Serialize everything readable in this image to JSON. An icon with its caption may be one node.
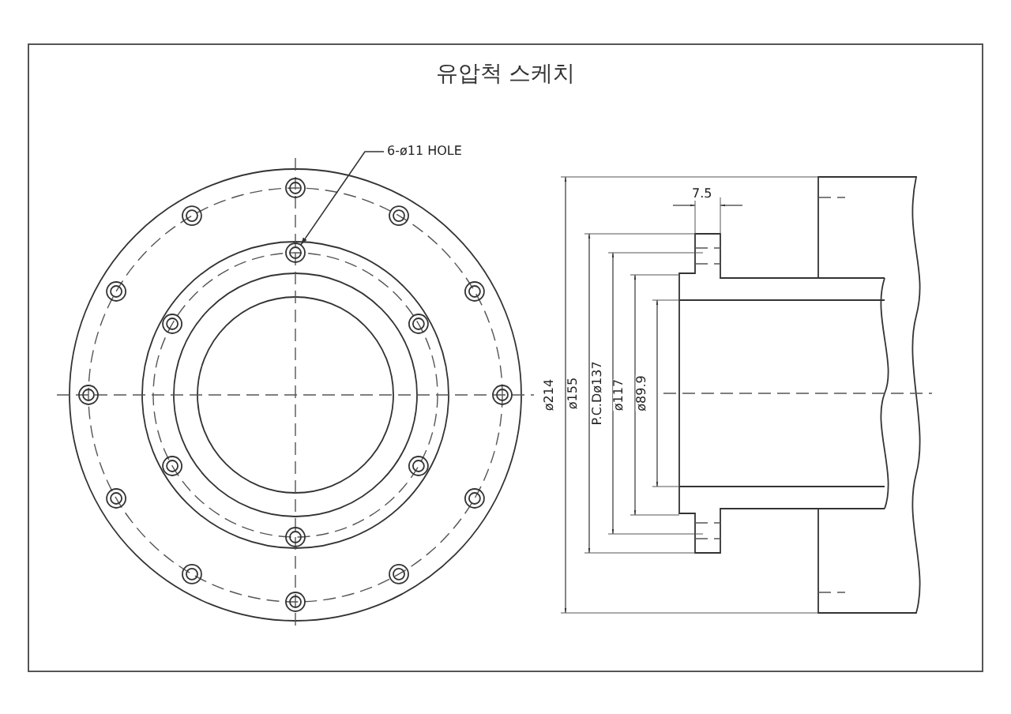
{
  "diagram": {
    "title": "유압척 스케치",
    "nodes": [
      {
        "text": [
          "6-ø11 HOLE"
        ]
      },
      {
        "text": [],
        "shape": "circle"
      }
    ],
    "edges": [
      {
        "from": 0,
        "to": 1,
        "arrow": "to"
      }
    ],
    "labels": [
      "7.5",
      "ø214",
      "ø155",
      "P.C.Dø137",
      "ø117",
      "ø89.9"
    ]
  }
}
